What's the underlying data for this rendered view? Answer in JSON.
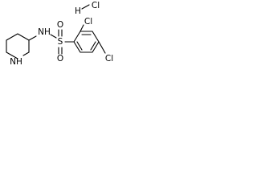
{
  "molecule": {
    "salt_label": "HCl",
    "hydrogen_label": "H",
    "chlorine_label": "Cl",
    "nh_label": "NH",
    "sulfur_label": "S",
    "oxygen_label": "O",
    "n_label": "N",
    "chlorine_ortho_label": "Cl",
    "chlorine_para_label": "Cl"
  }
}
